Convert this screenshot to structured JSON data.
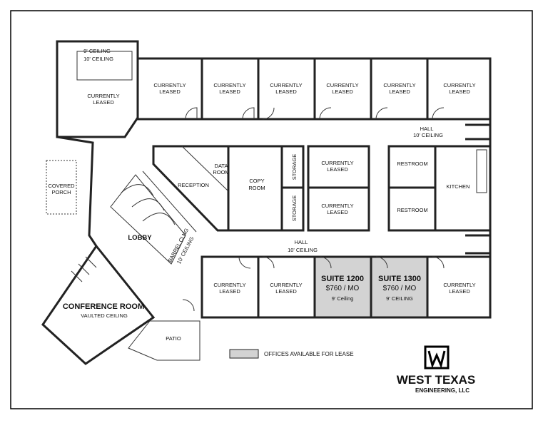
{
  "labels": {
    "ceiling_9": "9' CEILING",
    "ceiling_10": "10' CEILING",
    "currently_leased": "CURRENTLY LEASED",
    "currently": "CURRENTLY",
    "leased": "LEASED",
    "hall": "HALL",
    "data": "DATA",
    "room": "ROOM",
    "copy": "COPY",
    "storage": "STORAGE",
    "restroom": "RESTROOM",
    "kitchen": "KITCHEN",
    "reception": "RECEPTION",
    "covered": "COVERED",
    "porch": "PORCH",
    "lobby": "LOBBY",
    "barrel": "BARREL CLNG",
    "conference": "CONFERENCE ROOM",
    "vaulted": "VAULTED CEILING",
    "patio": "PATIO"
  },
  "suites": [
    {
      "name": "SUITE 1200",
      "price": "$760 / MO",
      "ceiling": "9' Ceiling"
    },
    {
      "name": "SUITE 1300",
      "price": "$760 / MO",
      "ceiling": "9' CEILING"
    }
  ],
  "legend": {
    "text": "OFFICES AVAILABLE FOR LEASE",
    "swatch_color": "#d3d3d3"
  },
  "logo": {
    "name": "WEST TEXAS",
    "subtitle": "ENGINEERING, LLC",
    "mark": "W-logo"
  }
}
